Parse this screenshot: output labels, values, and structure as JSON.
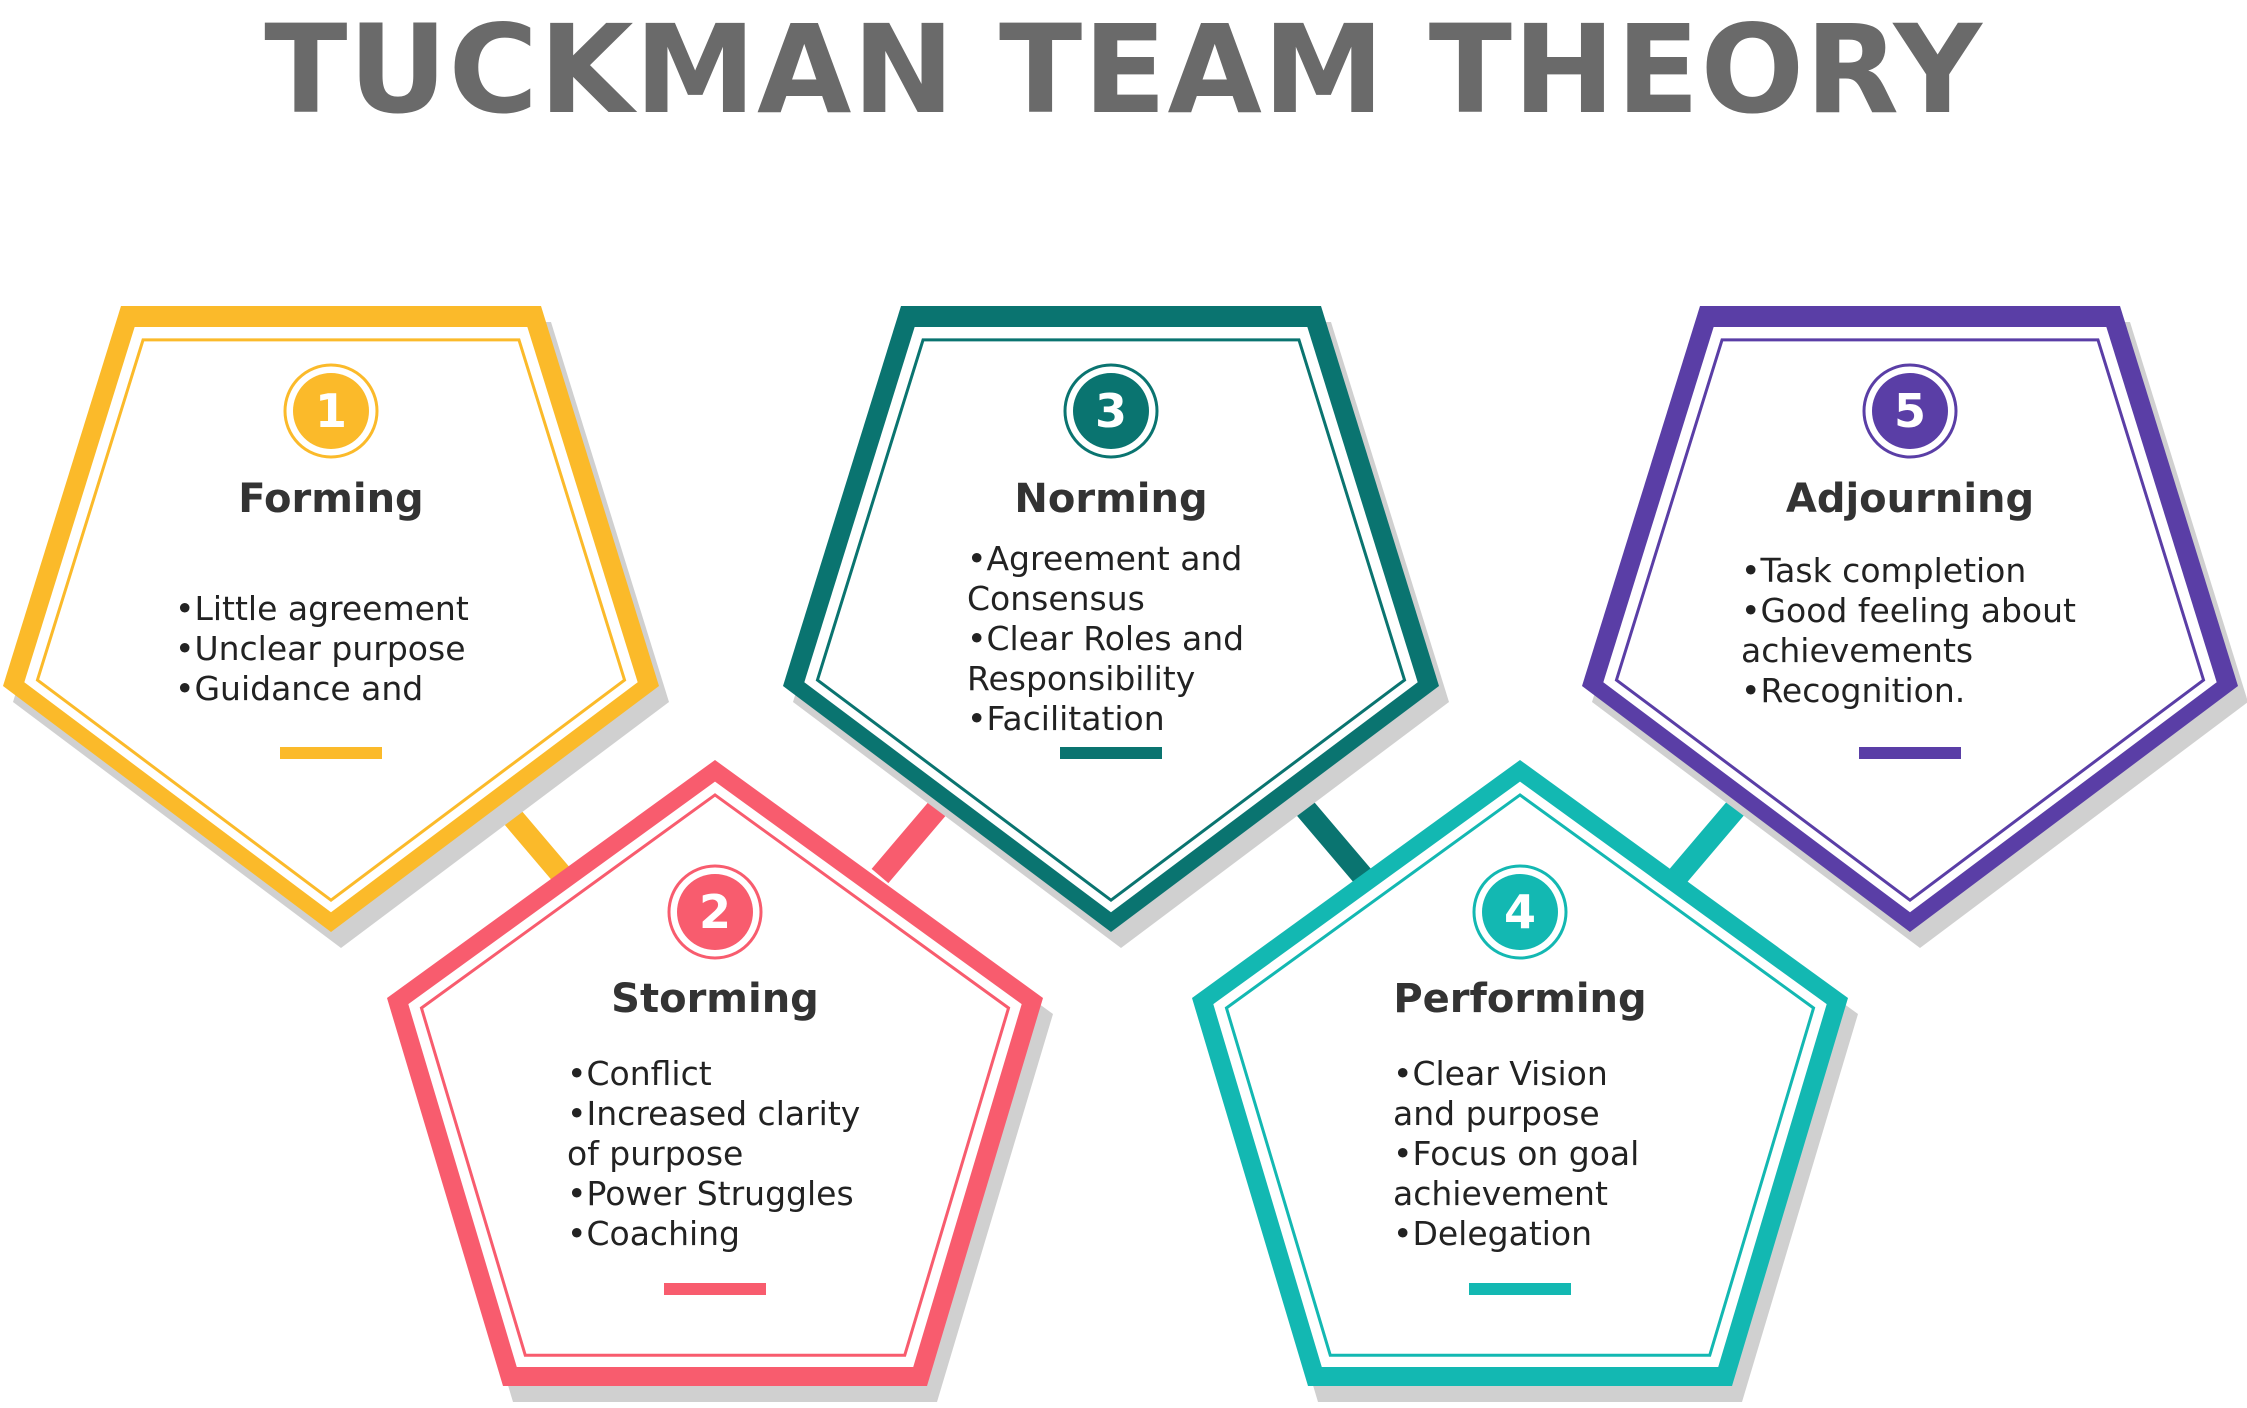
{
  "title": "TUCKMAN TEAM THEORY",
  "stages": [
    {
      "number": "1",
      "name": "Forming",
      "color": "#FBBA2A",
      "points": [
        "•Little agreement",
        "•Unclear purpose",
        "•Guidance and"
      ]
    },
    {
      "number": "2",
      "name": "Storming",
      "color": "#F85C6E",
      "points": [
        "•Conflict",
        "•Increased clarity",
        "of purpose",
        "•Power Struggles",
        "•Coaching"
      ]
    },
    {
      "number": "3",
      "name": "Norming",
      "color": "#0A7470",
      "points": [
        "•Agreement and",
        "Consensus",
        "•Clear Roles and",
        "Responsibility",
        "•Facilitation"
      ]
    },
    {
      "number": "4",
      "name": "Performing",
      "color": "#13B8B2",
      "points": [
        "•Clear Vision",
        "and purpose",
        "•Focus on goal",
        "achievement",
        "•Delegation"
      ]
    },
    {
      "number": "5",
      "name": "Adjourning",
      "color": "#5A3EA6",
      "points": [
        "•Task completion",
        "•Good feeling about",
        "achievements",
        "•Recognition."
      ]
    }
  ]
}
